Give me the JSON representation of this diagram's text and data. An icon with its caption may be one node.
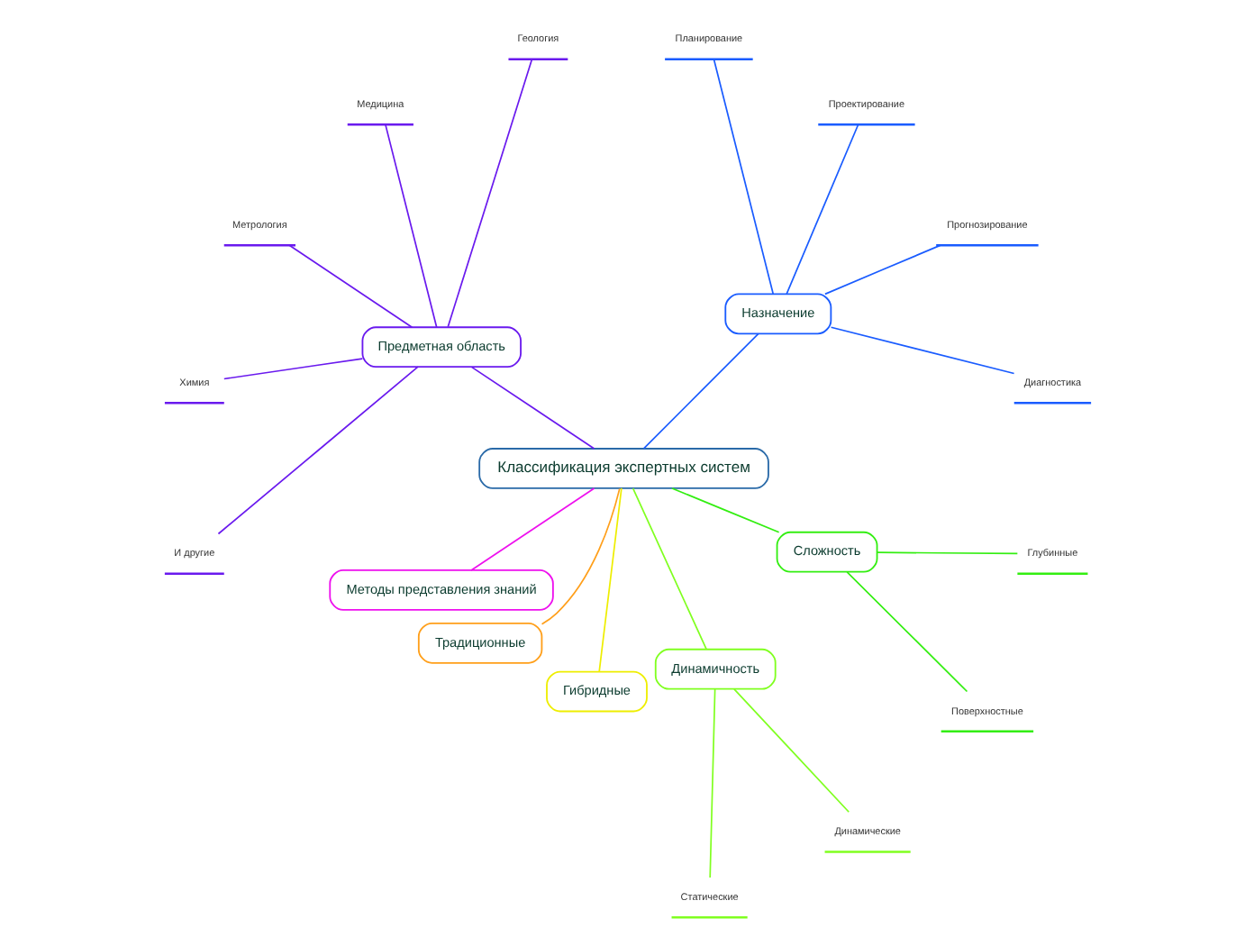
{
  "diagram": {
    "nodes": [
      {
        "text": [
          "Классификация экспертных систем"
        ]
      },
      {
        "text": [
          "Назначение"
        ]
      },
      {
        "text": [
          "Диагностика"
        ]
      },
      {
        "text": [
          "Прогнозирование"
        ]
      },
      {
        "text": [
          "Проектирование"
        ]
      },
      {
        "text": [
          "Планирование"
        ]
      },
      {
        "text": [
          "Предметная область"
        ]
      },
      {
        "text": [
          "Геология"
        ]
      },
      {
        "text": [
          "Медицина"
        ]
      },
      {
        "text": [
          "Метрология"
        ]
      },
      {
        "text": [
          "Химия"
        ]
      },
      {
        "text": [
          "И другие"
        ]
      },
      {
        "text": [
          "Методы представления знаний"
        ]
      },
      {
        "text": [
          "Традиционные"
        ]
      },
      {
        "text": [
          "Гибридные"
        ]
      },
      {
        "text": [
          "Динамичность"
        ]
      },
      {
        "text": [
          "Статические"
        ]
      },
      {
        "text": [
          "Динамические"
        ]
      },
      {
        "text": [
          "Сложность"
        ]
      },
      {
        "text": [
          "Поверхностные"
        ]
      },
      {
        "text": [
          "Глубинные"
        ]
      }
    ],
    "edges": [
      {
        "from": 0,
        "to": 1,
        "arrow": "none",
        "color": "#1a5cff"
      },
      {
        "from": 1,
        "to": 2,
        "arrow": "none",
        "color": "#1a5cff"
      },
      {
        "from": 1,
        "to": 3,
        "arrow": "none",
        "color": "#1a5cff"
      },
      {
        "from": 1,
        "to": 4,
        "arrow": "none",
        "color": "#1a5cff"
      },
      {
        "from": 1,
        "to": 5,
        "arrow": "none",
        "color": "#1a5cff"
      },
      {
        "from": 0,
        "to": 6,
        "arrow": "none",
        "color": "#6a1aee"
      },
      {
        "from": 6,
        "to": 7,
        "arrow": "none",
        "color": "#6a1aee"
      },
      {
        "from": 6,
        "to": 8,
        "arrow": "none",
        "color": "#6a1aee"
      },
      {
        "from": 6,
        "to": 9,
        "arrow": "none",
        "color": "#6a1aee"
      },
      {
        "from": 6,
        "to": 10,
        "arrow": "none",
        "color": "#6a1aee"
      },
      {
        "from": 6,
        "to": 11,
        "arrow": "none",
        "color": "#6a1aee"
      },
      {
        "from": 0,
        "to": 12,
        "arrow": "none",
        "color": "#ee10ee"
      },
      {
        "from": 0,
        "to": 13,
        "arrow": "none",
        "color": "#ff9f1a"
      },
      {
        "from": 0,
        "to": 14,
        "arrow": "none",
        "color": "#eeee00"
      },
      {
        "from": 0,
        "to": 15,
        "arrow": "none",
        "color": "#80ff20"
      },
      {
        "from": 15,
        "to": 16,
        "arrow": "none",
        "color": "#80ff20"
      },
      {
        "from": 15,
        "to": 17,
        "arrow": "none",
        "color": "#80ff20"
      },
      {
        "from": 0,
        "to": 18,
        "arrow": "none",
        "color": "#33ee11"
      },
      {
        "from": 18,
        "to": 19,
        "arrow": "none",
        "color": "#33ee11"
      },
      {
        "from": 18,
        "to": 20,
        "arrow": "none",
        "color": "#33ee11"
      }
    ]
  }
}
